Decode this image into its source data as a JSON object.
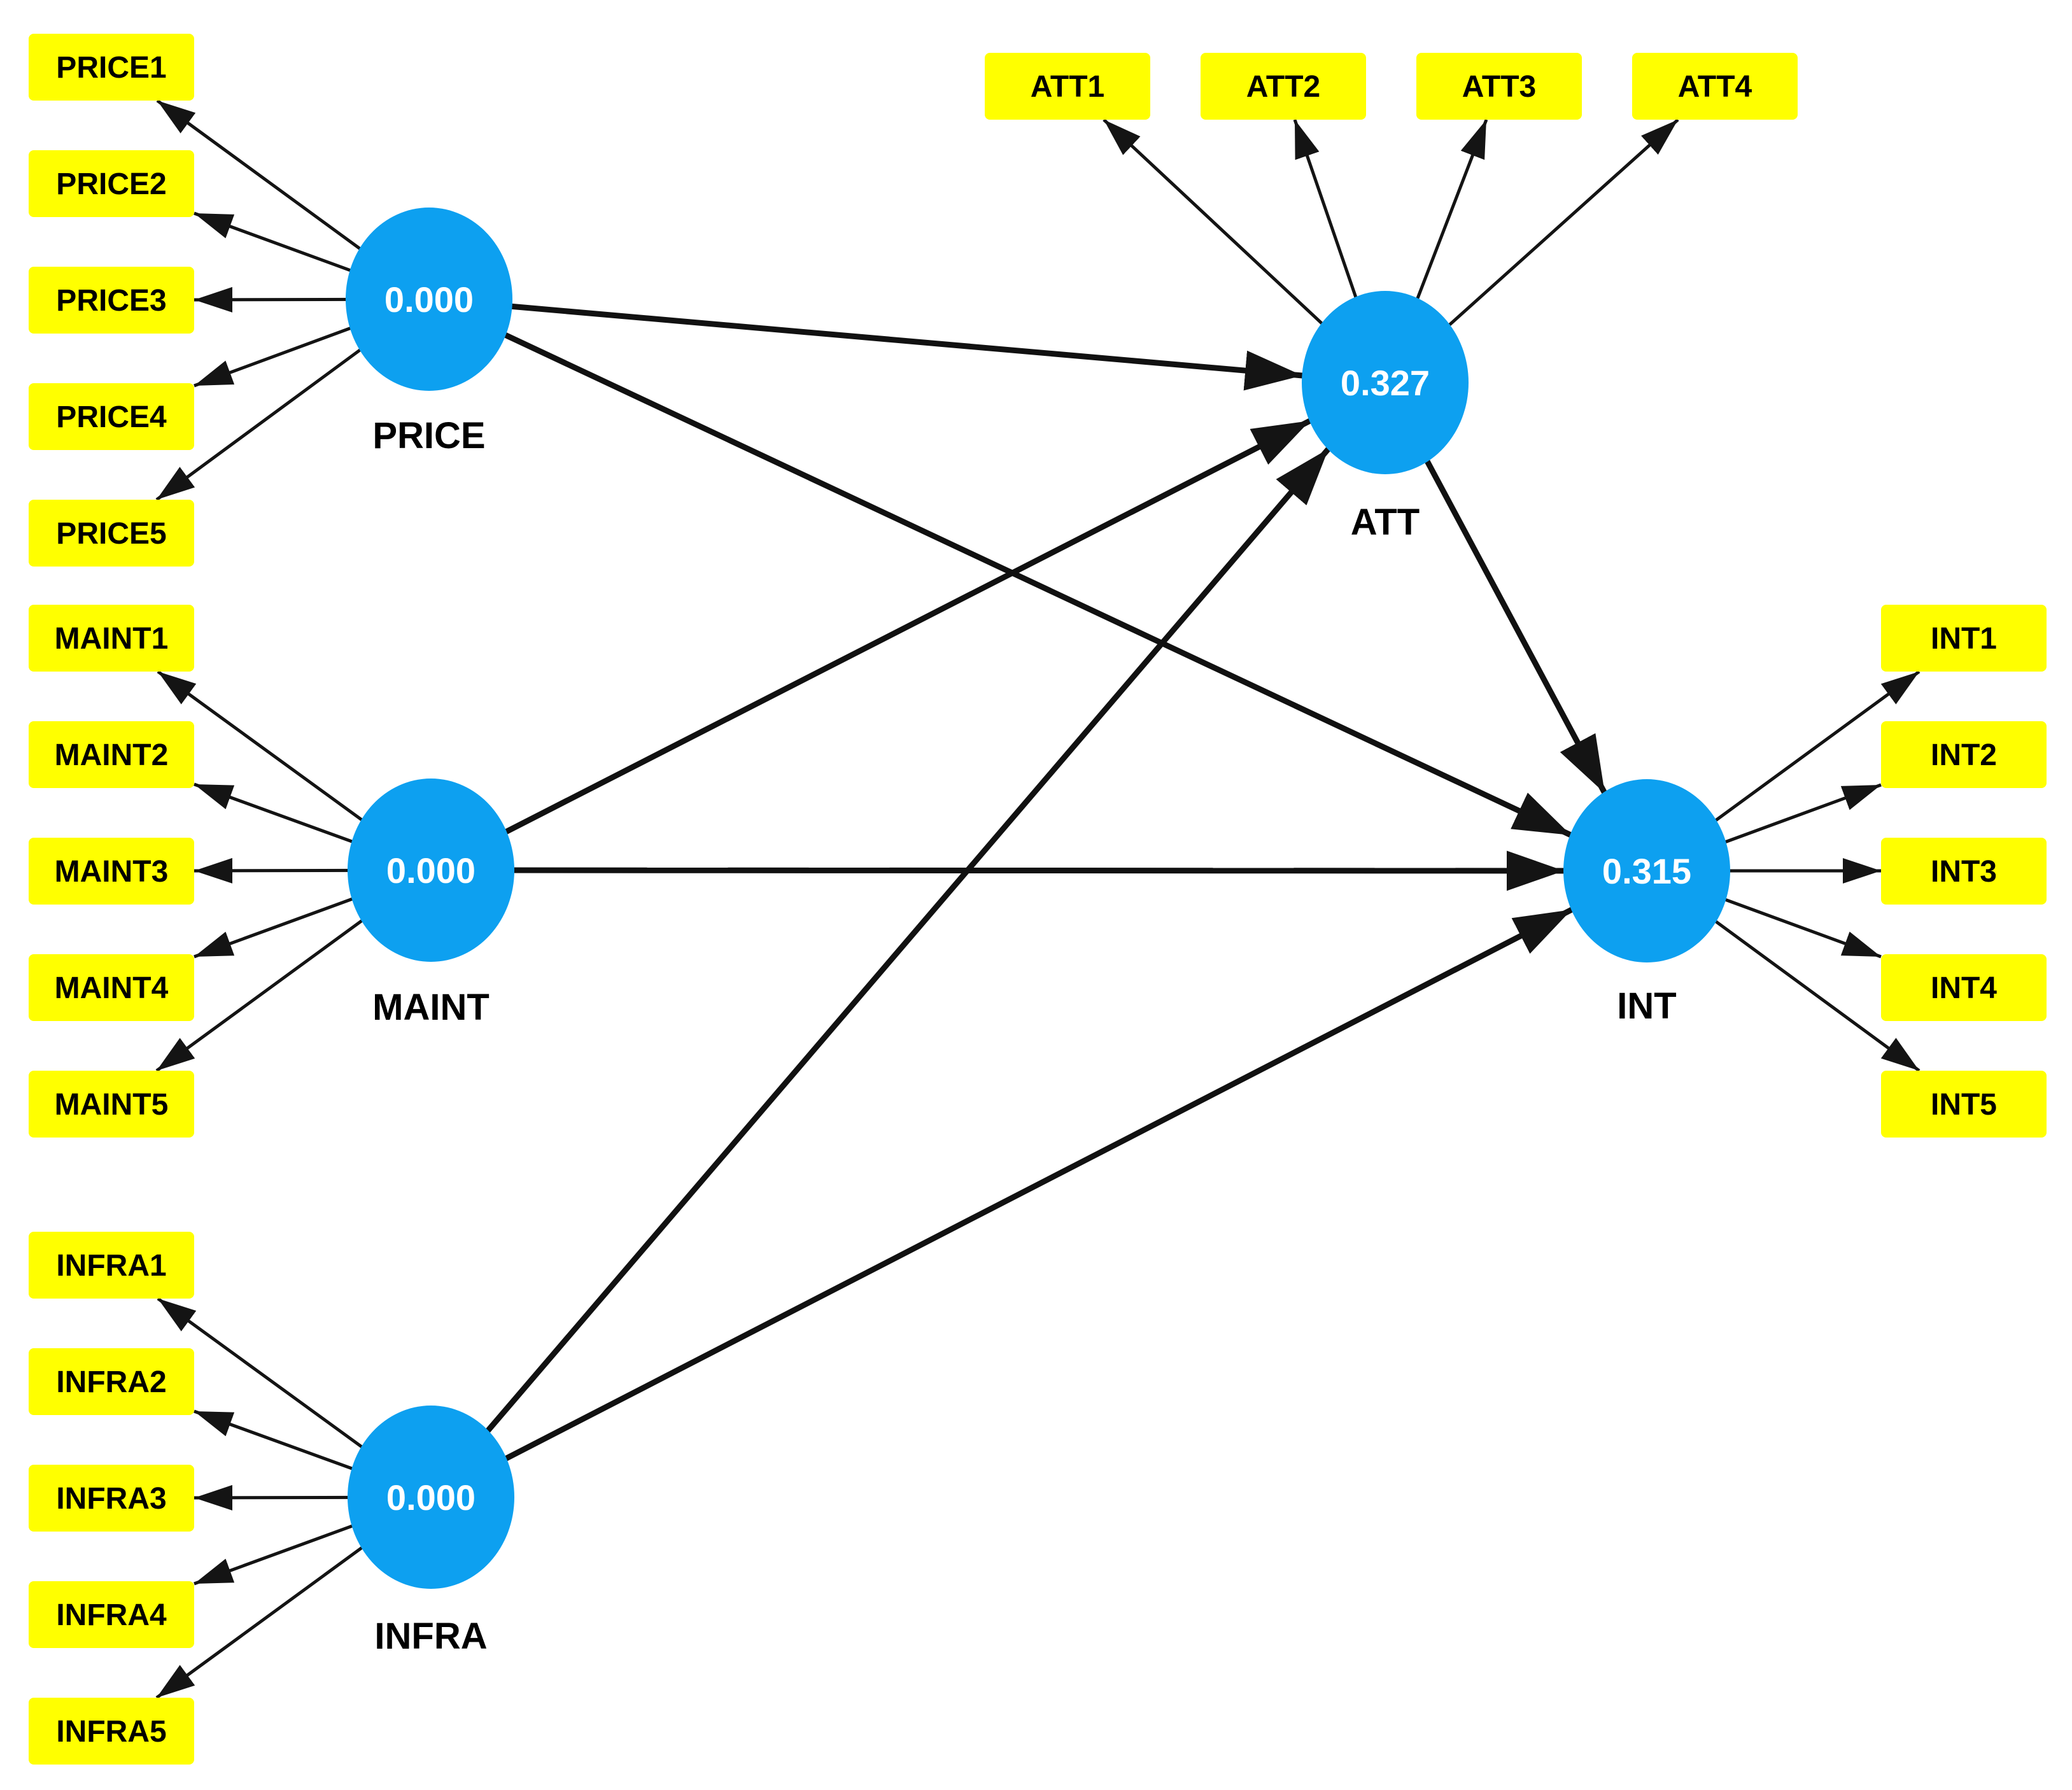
{
  "colors": {
    "latent_fill": "#0da0f0",
    "latent_text": "#ffffff",
    "indicator_fill": "#ffff00",
    "indicator_text": "#000000",
    "label_text": "#000000",
    "arrow": "#141414",
    "background": "#ffffff"
  },
  "latent": {
    "price": {
      "label": "PRICE",
      "value": "0.000"
    },
    "maint": {
      "label": "MAINT",
      "value": "0.000"
    },
    "infra": {
      "label": "INFRA",
      "value": "0.000"
    },
    "att": {
      "label": "ATT",
      "value": "0.327"
    },
    "int": {
      "label": "INT",
      "value": "0.315"
    }
  },
  "indicators": {
    "price": [
      "PRICE1",
      "PRICE2",
      "PRICE3",
      "PRICE4",
      "PRICE5"
    ],
    "maint": [
      "MAINT1",
      "MAINT2",
      "MAINT3",
      "MAINT4",
      "MAINT5"
    ],
    "infra": [
      "INFRA1",
      "INFRA2",
      "INFRA3",
      "INFRA4",
      "INFRA5"
    ],
    "att": [
      "ATT1",
      "ATT2",
      "ATT3",
      "ATT4"
    ],
    "int": [
      "INT1",
      "INT2",
      "INT3",
      "INT4",
      "INT5"
    ]
  },
  "paths": [
    {
      "from": "PRICE",
      "to": "ATT"
    },
    {
      "from": "PRICE",
      "to": "INT"
    },
    {
      "from": "MAINT",
      "to": "ATT"
    },
    {
      "from": "MAINT",
      "to": "INT"
    },
    {
      "from": "INFRA",
      "to": "ATT"
    },
    {
      "from": "INFRA",
      "to": "INT"
    },
    {
      "from": "ATT",
      "to": "INT"
    }
  ]
}
